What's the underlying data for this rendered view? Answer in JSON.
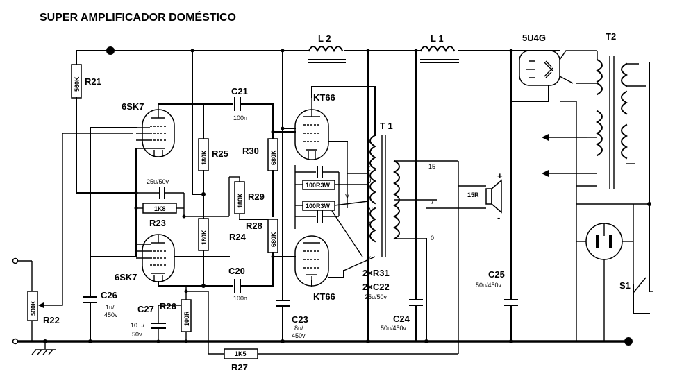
{
  "title": "SUPER AMPLIFICADOR DOMÉSTICO",
  "tubes": {
    "v1": "6SK7",
    "v2": "6SK7",
    "v3": "KT66",
    "v4": "KT66",
    "rect": "5U4G"
  },
  "inductors": {
    "l1": "L 1",
    "l2": "L 2"
  },
  "transformers": {
    "t1": "T 1",
    "t2": "T2"
  },
  "resistors": {
    "r21": {
      "name": "R21",
      "value": "560K"
    },
    "r22": {
      "name": "R22",
      "value": "500K"
    },
    "r23": {
      "name": "R23",
      "value": "1K8"
    },
    "r24": {
      "name": "R24",
      "value": "180K"
    },
    "r25": {
      "name": "R25",
      "value": "180K"
    },
    "r26": {
      "name": "R26",
      "value": "100R"
    },
    "r27": {
      "name": "R27",
      "value": "1K5"
    },
    "r28": {
      "name": "R28",
      "value": "680K"
    },
    "r29": {
      "name": "R29",
      "value": "180K"
    },
    "r30": {
      "name": "R30",
      "value": "680K"
    },
    "r31a": "100R3W",
    "r31b": "100R3W"
  },
  "capacitors": {
    "c20": {
      "name": "C20",
      "value": "100n"
    },
    "c21": {
      "name": "C21",
      "value": "100n"
    },
    "c22": "25u/50v",
    "c23": {
      "name": "C23",
      "value1": "8u/",
      "value2": "450v"
    },
    "c24": {
      "name": "C24",
      "value": "50u/450v"
    },
    "c25": {
      "name": "C25",
      "value": "50u/450v"
    },
    "c26": {
      "name": "C26",
      "value1": "1u/",
      "value2": "450v"
    },
    "c27": {
      "name": "C27",
      "value1": "10 u/",
      "value2": "50v"
    }
  },
  "notes": {
    "r31": "2×R31",
    "c22": "2×C22",
    "c22v": "25u/50v"
  },
  "t1_taps": [
    "Y",
    "Z",
    "U",
    "V",
    "W",
    "X",
    "Y"
  ],
  "t1_out": [
    "15",
    "7",
    "0"
  ],
  "speaker": "15R",
  "switch": "S1",
  "speaker_polarity": [
    "+",
    "-"
  ]
}
